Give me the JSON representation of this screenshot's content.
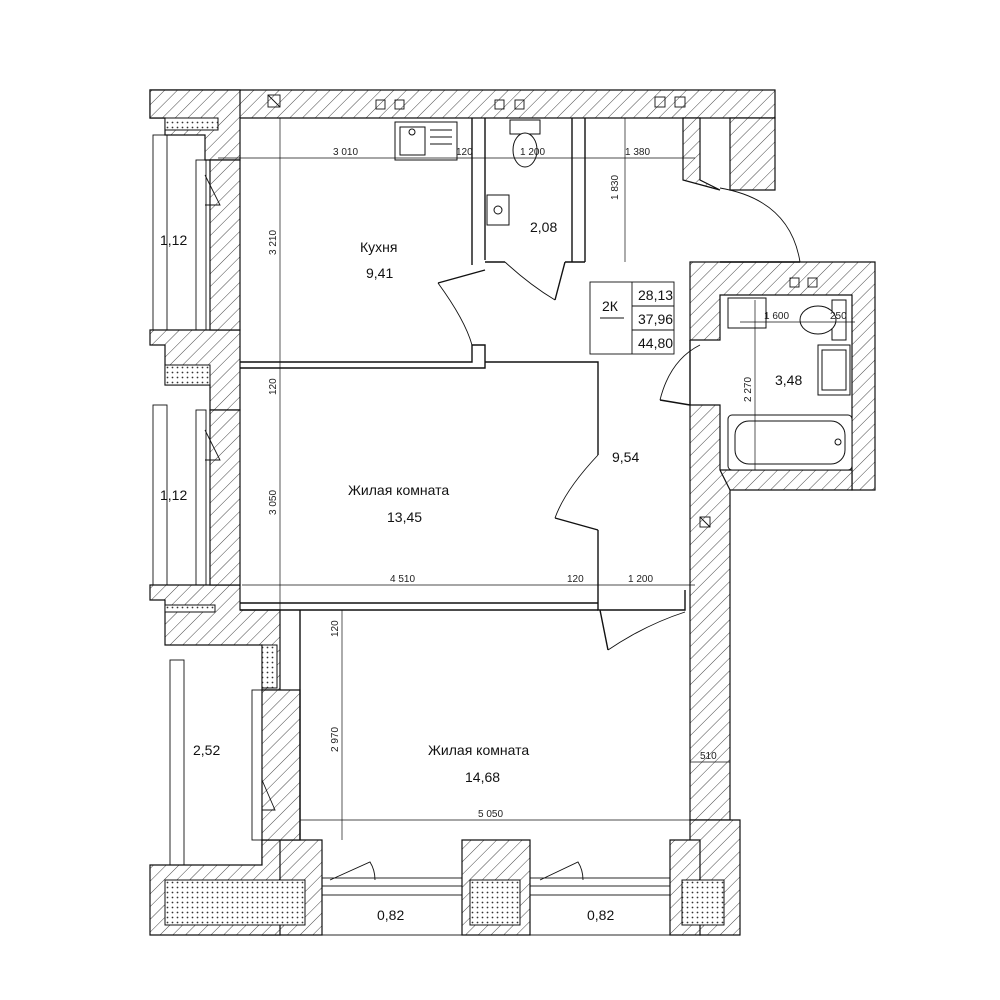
{
  "apartment": {
    "type": "2К",
    "areas": [
      "28,13",
      "37,96",
      "44,80"
    ]
  },
  "rooms": [
    {
      "id": "kitchen",
      "name": "Кухня",
      "area": "9,41"
    },
    {
      "id": "living1",
      "name": "Жилая комната",
      "area": "13,45"
    },
    {
      "id": "living2",
      "name": "Жилая комната",
      "area": "14,68"
    },
    {
      "id": "wc",
      "name": "",
      "area": "2,08"
    },
    {
      "id": "hall",
      "name": "",
      "area": "9,54"
    },
    {
      "id": "bath",
      "name": "",
      "area": "3,48"
    },
    {
      "id": "loggia1",
      "name": "",
      "area": "1,12"
    },
    {
      "id": "loggia2",
      "name": "",
      "area": "1,12"
    },
    {
      "id": "loggia3",
      "name": "",
      "area": "2,52"
    },
    {
      "id": "balcony1",
      "name": "",
      "area": "0,82"
    },
    {
      "id": "balcony2",
      "name": "",
      "area": "0,82"
    }
  ],
  "dimensions": {
    "kitchen_width": "3 010",
    "wall_120a": "120",
    "wc_width": "1 200",
    "corridor_width": "1 380",
    "wc_height": "1 830",
    "kitchen_height": "3 210",
    "wall_120b": "120",
    "living1_height": "3 050",
    "living1_width": "4 510",
    "wall_120c": "120",
    "hall_width": "1 200",
    "wall_120d": "120",
    "living2_height": "2 970",
    "living2_width": "5 050",
    "wall_510": "510",
    "bath_width": "1 600",
    "bath_wall_250": "250",
    "bath_height": "2 270"
  }
}
